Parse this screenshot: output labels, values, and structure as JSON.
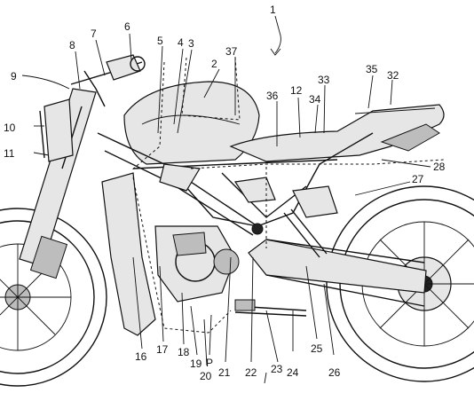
{
  "figure": {
    "reference_numerals": [
      "1",
      "2",
      "3",
      "4",
      "5",
      "6",
      "7",
      "8",
      "9",
      "10",
      "11",
      "12",
      "16",
      "17",
      "18",
      "19",
      "20",
      "21",
      "22",
      "23",
      "24",
      "25",
      "26",
      "27",
      "28",
      "32",
      "33",
      "34",
      "35",
      "36",
      "37",
      "P"
    ]
  }
}
